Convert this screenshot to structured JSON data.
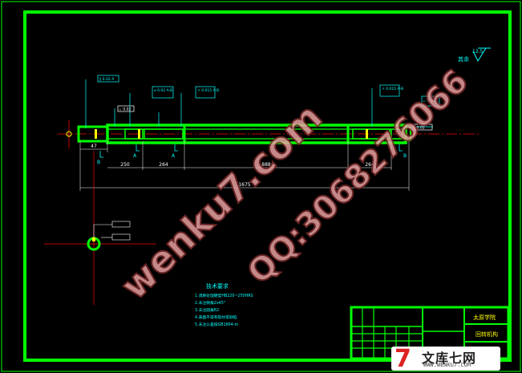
{
  "drawing": {
    "roughness_note": "其余",
    "roughness_value": "12.5",
    "gdt_frames": [
      "∥ 0.02 A",
      "⌀ 0.02 A-B",
      "↗ 0.015 A-B",
      "↗ 0.015 A-B",
      "⊥ 0.02",
      "⊥ 0.02",
      "∥ 0.02"
    ],
    "section_labels": [
      "A",
      "A",
      "B",
      "B"
    ],
    "dimensions": {
      "d1": "47",
      "d2": "250",
      "d3": "264",
      "d4": "888",
      "d5": "264",
      "total": "1675"
    },
    "tech_requirements": {
      "title": "技术要求",
      "lines": [
        "1.调质处理硬度HB220~250HRS",
        "2.未注倒角2x45°",
        "3.未注圆角R2",
        "4.表面不得有裂纹等缺陷",
        "5.未注公差按GB1804-m"
      ]
    },
    "title_block": {
      "school": "太原学院",
      "part_name": "回转机构"
    },
    "colors": {
      "border": "#00ff00",
      "line": "#00ffff",
      "dim": "#ffffff",
      "center": "#ff0000",
      "accent": "#ffff00"
    }
  },
  "watermarks": {
    "primary": "wenku7.com",
    "secondary": "QQ:3068276066"
  },
  "logo": {
    "mark": "7",
    "name": "文库七网",
    "url": "WWW.WENKU7.COM"
  }
}
